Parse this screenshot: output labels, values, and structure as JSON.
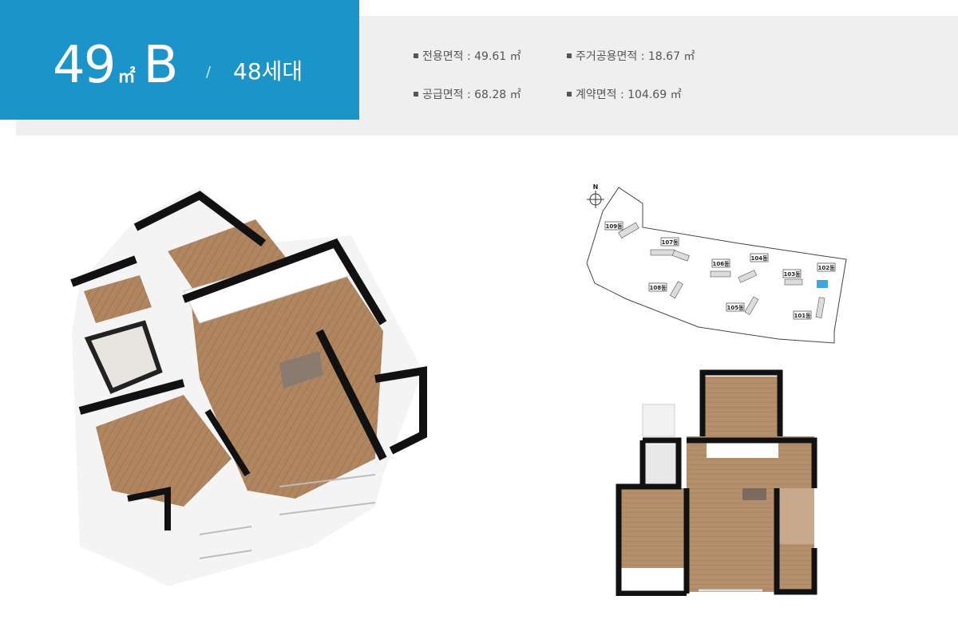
{
  "header": {
    "area_number": "49",
    "area_unit": "㎡",
    "type_letter": "B",
    "separator": "/",
    "households": "48세대",
    "accent_color": "#1b94c9"
  },
  "areas": {
    "exclusive": "전용면적 : 49.61 ㎡",
    "residential_common": "주거공용면적 : 18.67 ㎡",
    "supply": "공급면적 : 68.28 ㎡",
    "contract": "계약면적 : 104.69 ㎡"
  },
  "site_plan": {
    "north": "N",
    "buildings": [
      "109동",
      "107동",
      "106동",
      "104동",
      "103동",
      "102동",
      "108동",
      "105동",
      "101동"
    ],
    "highlight_color": "#3aa8dc"
  }
}
